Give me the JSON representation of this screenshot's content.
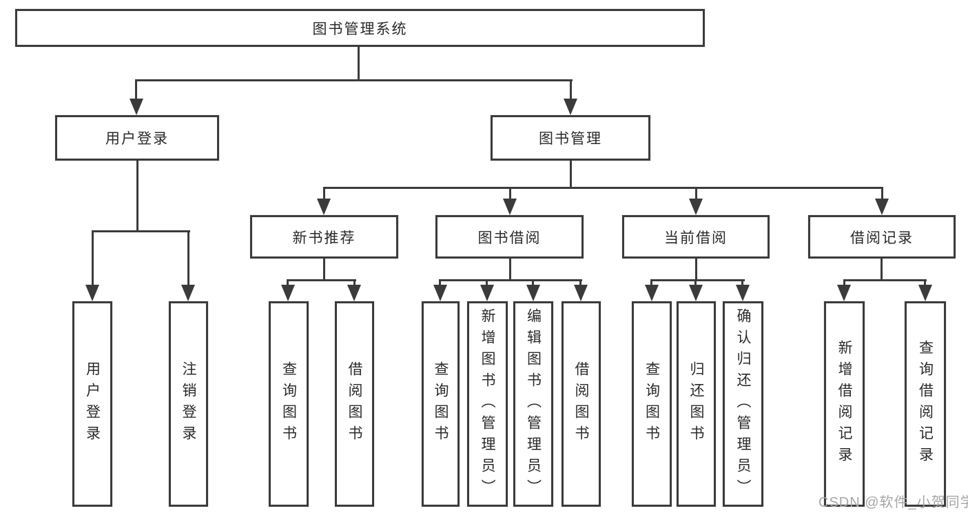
{
  "tree": {
    "root": {
      "label": "图书管理系统",
      "children": [
        {
          "label": "用户登录",
          "children": [
            {
              "label": "用户登录"
            },
            {
              "label": "注销登录"
            }
          ]
        },
        {
          "label": "图书管理",
          "children": [
            {
              "label": "新书推荐",
              "children": [
                {
                  "label": "查询图书"
                },
                {
                  "label": "借阅图书"
                }
              ]
            },
            {
              "label": "图书借阅",
              "children": [
                {
                  "label": "查询图书"
                },
                {
                  "label": "新增图书（管理员）"
                },
                {
                  "label": "编辑图书（管理员）"
                },
                {
                  "label": "借阅图书"
                }
              ]
            },
            {
              "label": "当前借阅",
              "children": [
                {
                  "label": "查询图书"
                },
                {
                  "label": "归还图书"
                },
                {
                  "label": "确认归还（管理员）"
                }
              ]
            },
            {
              "label": "借阅记录",
              "children": [
                {
                  "label": "新增借阅记录"
                },
                {
                  "label": "查询借阅记录"
                }
              ]
            }
          ]
        }
      ]
    }
  },
  "watermark": {
    "text": "CSDN @软件_小贺同学"
  },
  "colors": {
    "line": "#3b3b3b",
    "text": "#2a2a2a",
    "watermark": "#a6a6a6",
    "background": "#ffffff"
  }
}
